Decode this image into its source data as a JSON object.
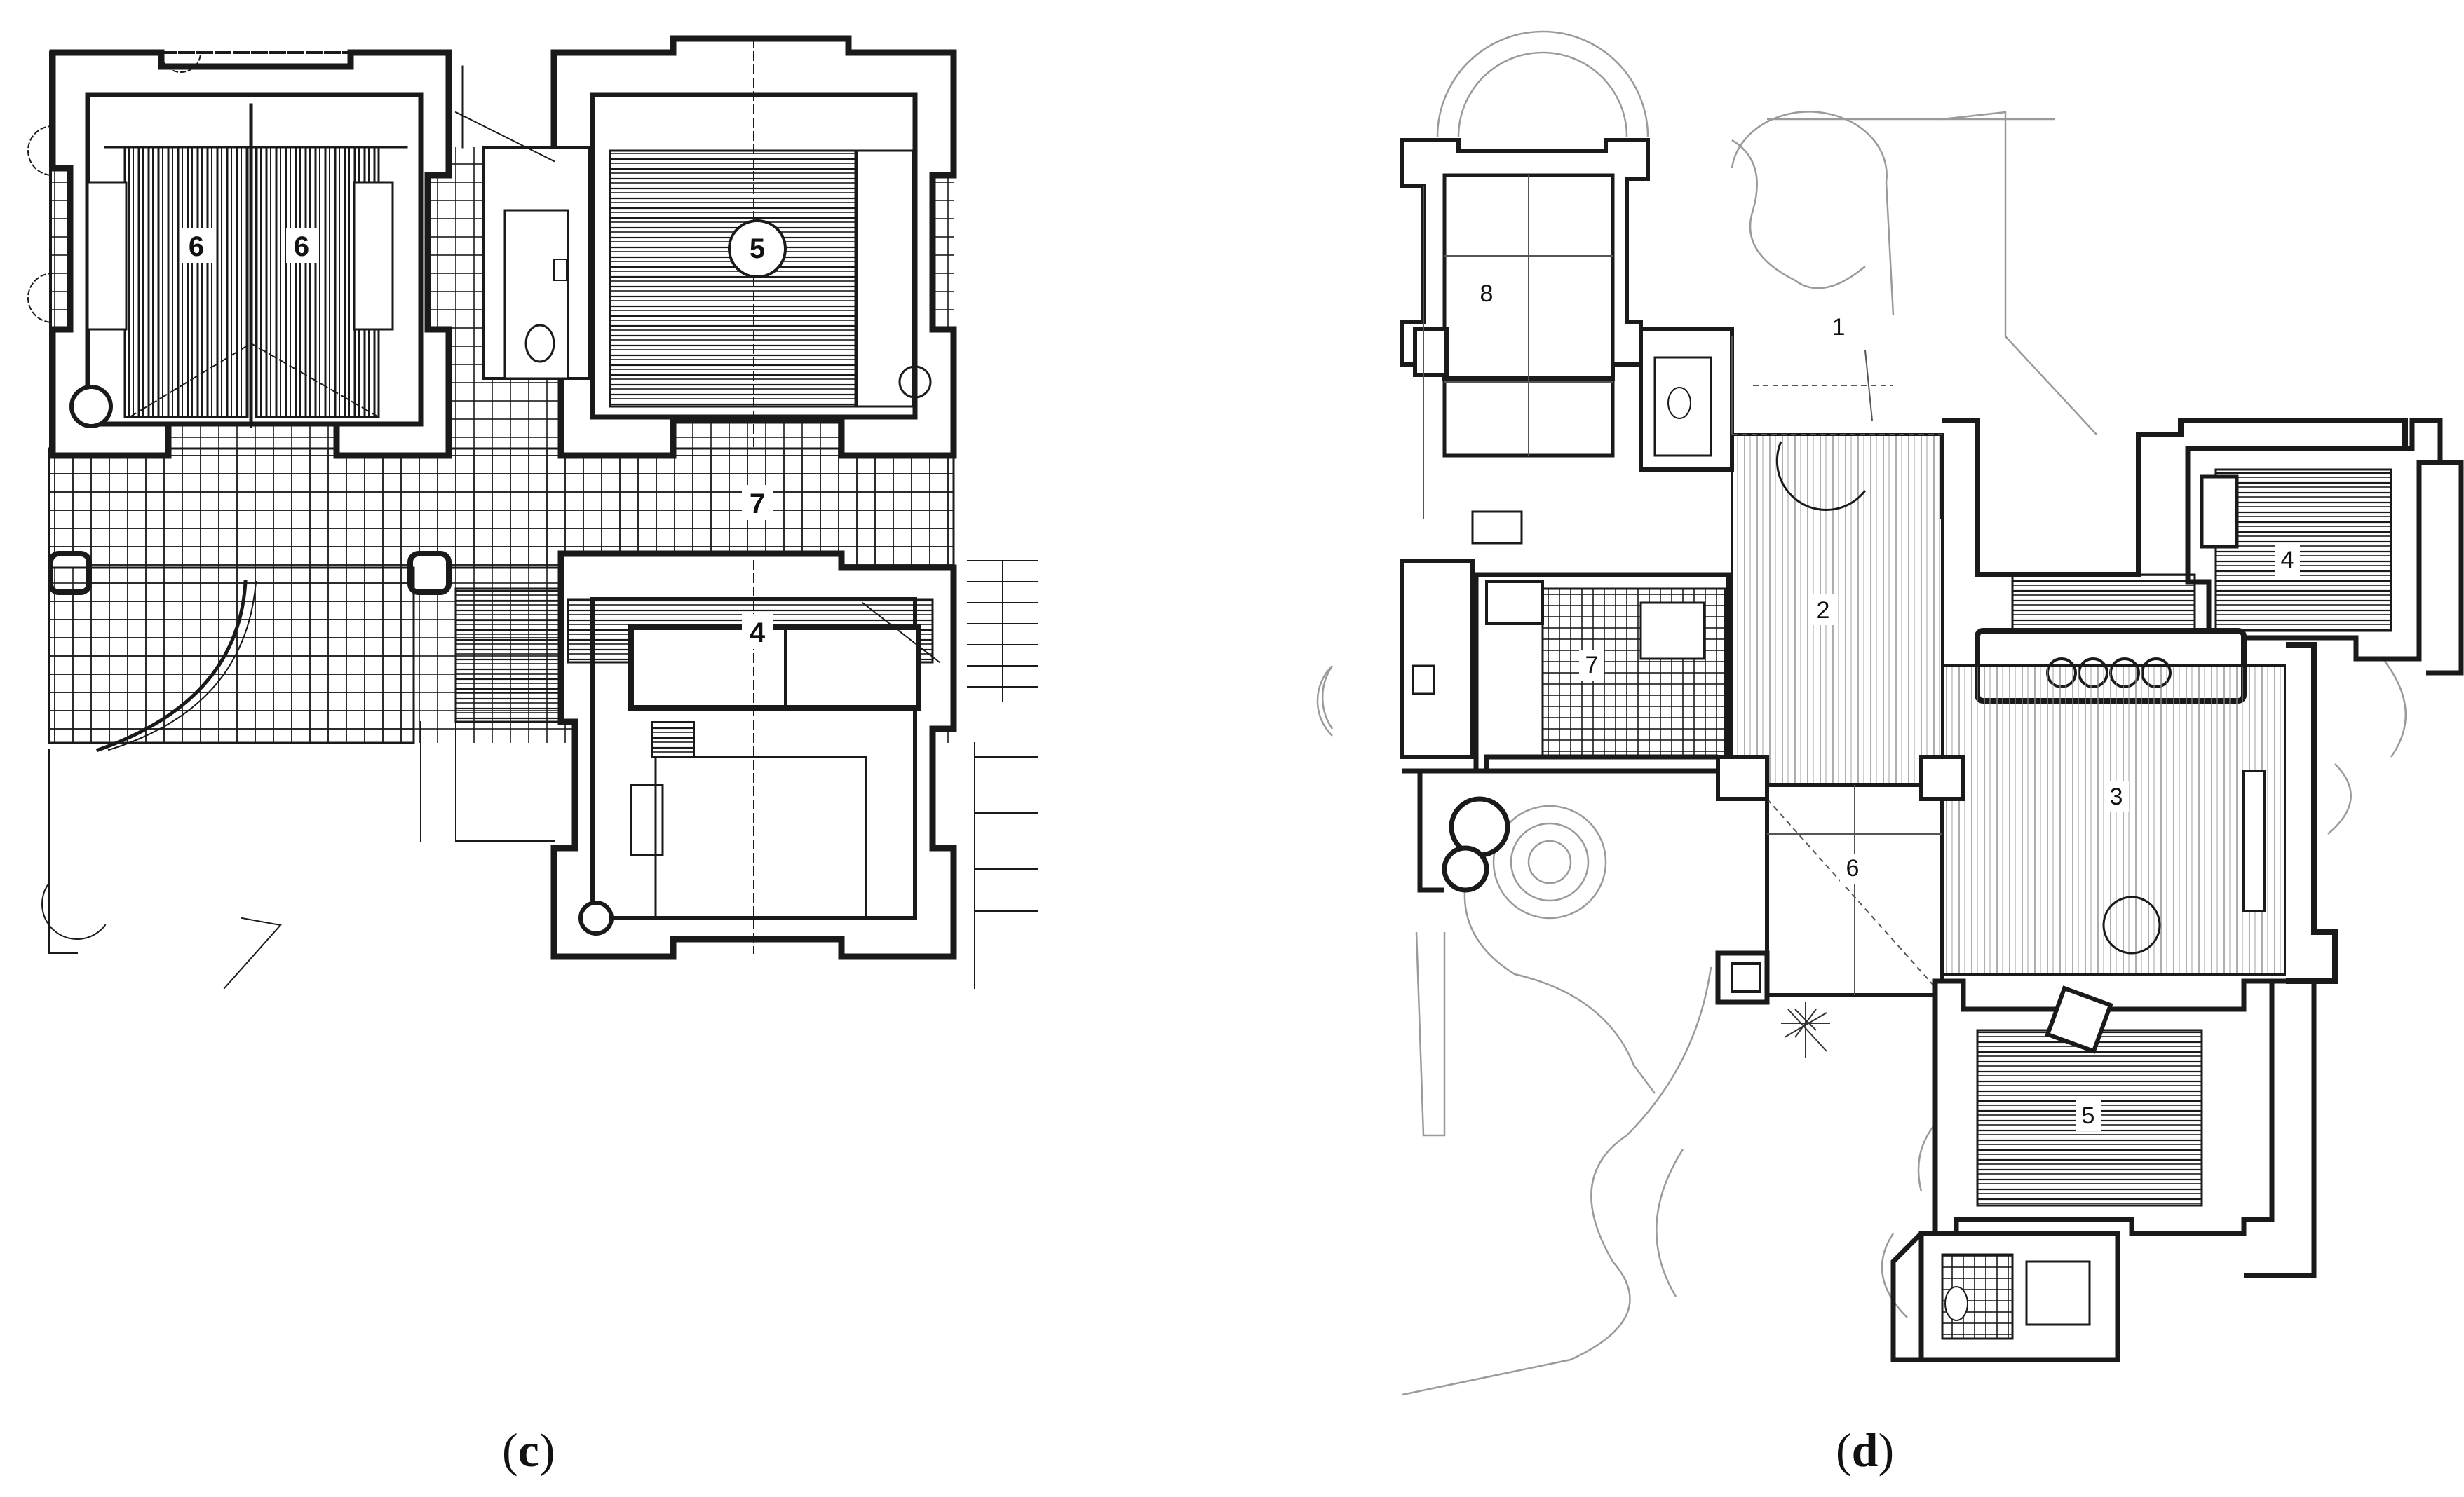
{
  "figures": [
    {
      "id": "c",
      "caption": {
        "open": "(",
        "letter": "c",
        "close": ")"
      },
      "room_labels": [
        "6",
        "6",
        "5",
        "7",
        "4"
      ]
    },
    {
      "id": "d",
      "caption": {
        "open": "(",
        "letter": "d",
        "close": ")"
      },
      "room_labels": [
        "8",
        "1",
        "2",
        "4",
        "7",
        "3",
        "6",
        "5"
      ]
    }
  ],
  "colors": {
    "ink": "#1a1a1a",
    "wall_fill": "#ffffff",
    "paper": "#ffffff",
    "light_line": "#9a9a9a"
  }
}
